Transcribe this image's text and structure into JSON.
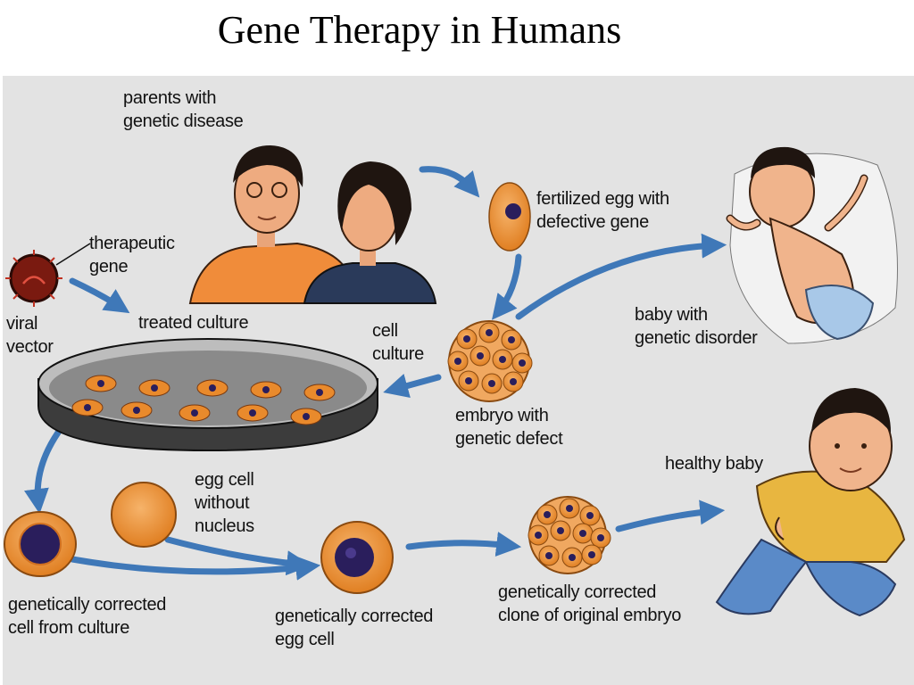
{
  "title": "Gene Therapy in Humans",
  "labels": {
    "parents_line1": "parents with",
    "parents_line2": "genetic disease",
    "fertilized_line1": "fertilized egg with",
    "fertilized_line2": "defective gene",
    "therapeutic_line1": "therapeutic",
    "therapeutic_line2": "gene",
    "viral_line1": "viral",
    "viral_line2": "vector",
    "treated_culture": "treated culture",
    "cell_culture_line1": "cell",
    "cell_culture_line2": "culture",
    "baby_disorder_line1": "baby with",
    "baby_disorder_line2": "genetic disorder",
    "embryo_defect_line1": "embryo with",
    "embryo_defect_line2": "genetic defect",
    "healthy_baby": "healthy baby",
    "egg_no_nucleus_line1": "egg cell",
    "egg_no_nucleus_line2": "without",
    "egg_no_nucleus_line3": "nucleus",
    "corrected_cell_line1": "genetically corrected",
    "corrected_cell_line2": "cell from culture",
    "corrected_egg_line1": "genetically corrected",
    "corrected_egg_line2": "egg cell",
    "corrected_clone_line1": "genetically corrected",
    "corrected_clone_line2": "clone of original embryo"
  },
  "colors": {
    "arrow": "#3f78b8",
    "cell_orange": "#e98a2c",
    "nucleus": "#2a1e5c",
    "skin": "#f0b48c",
    "background": "#e3e3e3"
  }
}
